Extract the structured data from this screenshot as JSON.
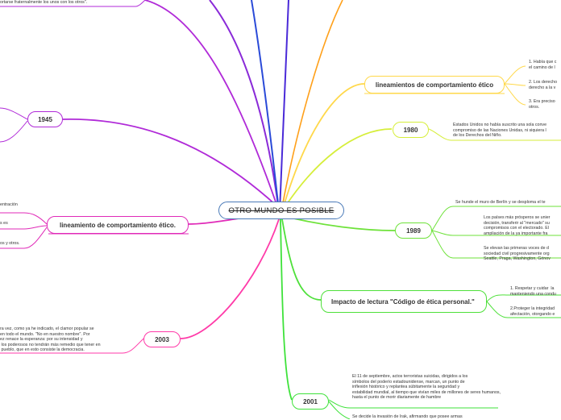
{
  "central": {
    "title": "OTRO MUNDO ES POSIBLE"
  },
  "branches": {
    "lineamientos": {
      "label": "lineamientos de comportamiento ético",
      "color": "#ffd84a",
      "items": [
        "1. Había que c\nel camino de l",
        "2. Los derecho\nderecho a la v",
        "3. Era preciso\notros."
      ]
    },
    "y1980": {
      "label": "1980",
      "color": "#d6ee3a",
      "items": [
        "Estados Unidos no había suscrito una sola conve\ncompromiso de las Naciones Unidas, ni siquiera l\nde los Derechos del Niño."
      ]
    },
    "y1989": {
      "label": "1989",
      "color": "#6ee23a",
      "items": [
        "Se hunde el muro de Berlín y se desploma el te",
        "Los países más prósperos se unier\ndecisión, transferir al \"mercado\" su\ncompromisos con el electorado. El\nampliación de la ya importante fra",
        "Se elevan las primeras voces de d\nsociedad civil progresivamente org\nSeattle, Praga, Washington, Génov"
      ]
    },
    "impacto": {
      "label": "Impacto de lectura \"Código de ética personal.\"",
      "color": "#4ee03a",
      "items": [
        "1. Respetar y cuidar  la\nmanteniendo una condu",
        "2.Proteger la integridad\nafectación, otorgando e"
      ]
    },
    "y2001": {
      "label": "2001",
      "color": "#3ee23a",
      "items": [
        "El 11 de septiembre, actos terroristas suicidas, dirigidos a los\nsímbolos del poderío estadounidense, marcan, un punto de\ninflexión histórico y replantea súbitamente la seguridad y\nestabilidad mundial, al tiempo que vivían miles de millones de seres humanos,\nhasta el punto de morir diariamente de hambre",
        "Se decide la invasión de Irak, afirmando que posee armas"
      ]
    },
    "y1945": {
      "label": "1945",
      "color": "#b02ad8",
      "items": []
    },
    "top_left": {
      "color": "#b02ad8",
      "items": [
        "ortarse fraternalmente los unos con los otros\"."
      ]
    },
    "lineamiento": {
      "label": "lineamiento de comportamiento ético.",
      "color": "#e02ab8",
      "items": [
        "entración",
        "s es",
        "os y otros."
      ]
    },
    "y2003": {
      "label": "2003",
      "color": "#ff3aa8",
      "items": [
        "ra vez, como ya he indicado, el clamor popular se\nen todo el mundo. \"No en nuestro nombre\". Por\nez renace la esperanza: por su intensidad y\n los poderosos no tendrán más remedio que tener en\n pueblo, que en esto consiste la democracia."
      ]
    },
    "top_branch_colors": [
      "#8a2ad8",
      "#2a4ad8",
      "#4a2ad8",
      "#ffa01a"
    ]
  }
}
